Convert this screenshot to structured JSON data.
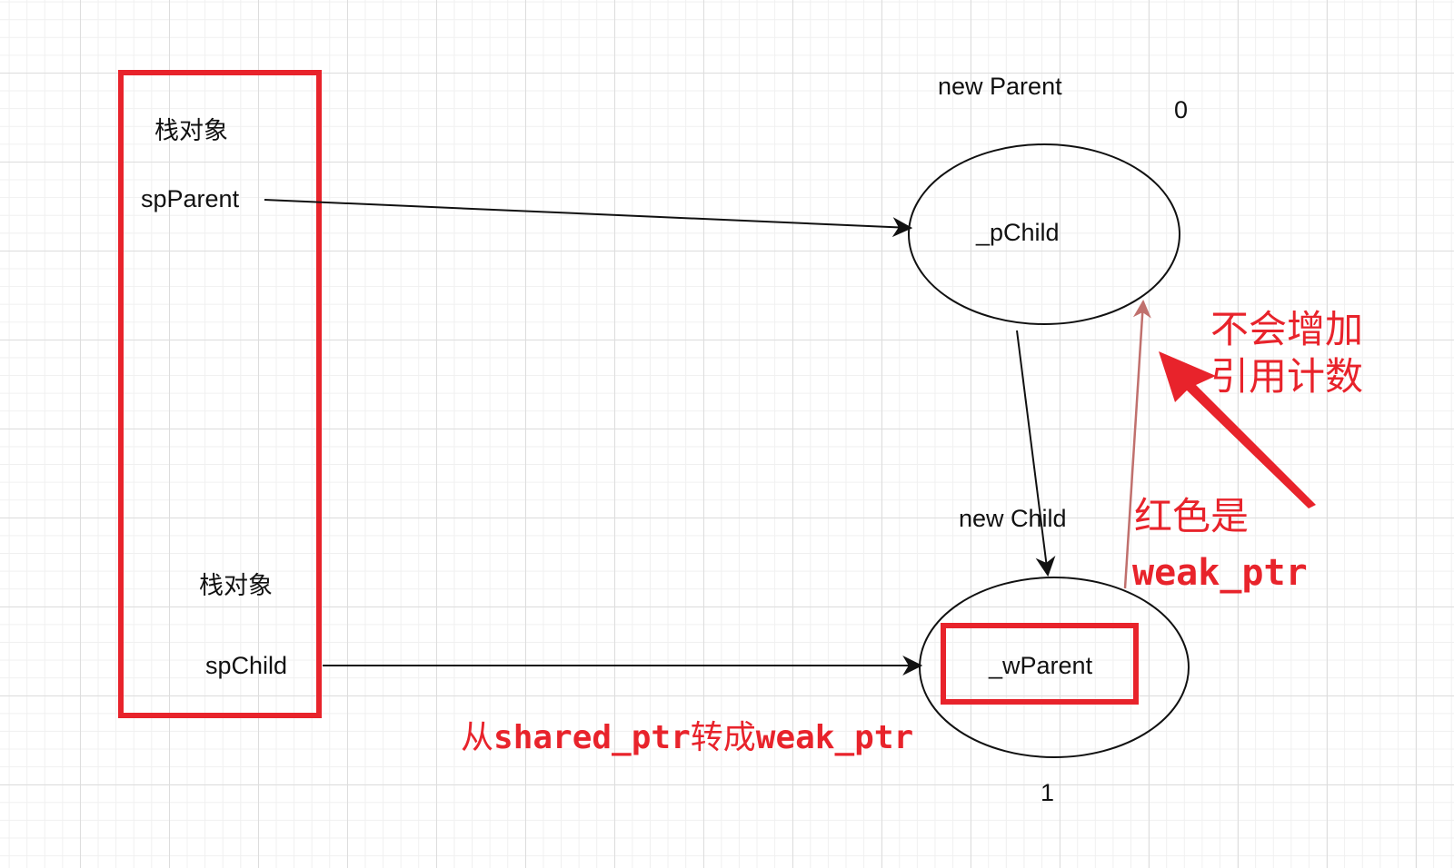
{
  "stack": {
    "top_heading": "栈对象",
    "top_var": "spParent",
    "bottom_heading": "栈对象",
    "bottom_var": "spChild"
  },
  "parent_object": {
    "title": "new Parent",
    "member": "_pChild",
    "count": "0"
  },
  "child_object": {
    "title": "new Child",
    "member": "_wParent",
    "count": "1"
  },
  "annotations": {
    "no_refcount_line1": "不会增加",
    "no_refcount_line2": "引用计数",
    "red_is": "红色是",
    "weak_ptr": "weak_ptr",
    "conversion_from": "从",
    "conversion_shared": "shared_ptr",
    "conversion_to": "转成",
    "conversion_weak": "weak_ptr"
  },
  "colors": {
    "highlight_red": "#e8232b",
    "weak_arrow": "#c0706d",
    "line": "#111111"
  }
}
